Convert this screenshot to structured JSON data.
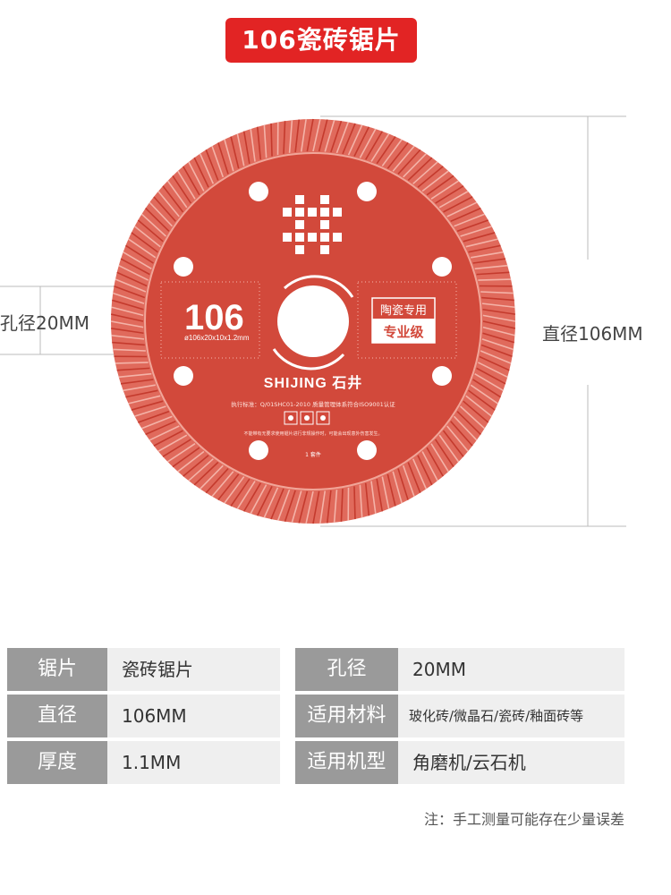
{
  "title": "106瓷砖锯片",
  "blade": {
    "model_number": "106",
    "model_spec": "ø106x20x10x1.2mm",
    "brand": "SHIJING 石井",
    "badge_top": "陶瓷专用",
    "badge_bottom": "专业级",
    "standard_text": "执行标准：Q/01SHC01-2010  质量管理体系符合ISO9001认证",
    "warning_text": "不能带有无要求使用锯片进行非规操作时，可能会出现意外伤害发生。",
    "small_label": "1 套件",
    "colors": {
      "blade": "#d2493b",
      "rim": "#e06a5c",
      "center": "#ffffff"
    }
  },
  "dimensions": {
    "hole_label": "孔径20MM",
    "diameter_label": "直径106MM"
  },
  "specs": [
    {
      "key": "锯片",
      "value": "瓷砖锯片"
    },
    {
      "key": "孔径",
      "value": "20MM"
    },
    {
      "key": "直径",
      "value": "106MM"
    },
    {
      "key": "适用材料",
      "value": "玻化砖/微晶石/瓷砖/釉面砖等"
    },
    {
      "key": "厚度",
      "value": "1.1MM"
    },
    {
      "key": "适用机型",
      "value": "角磨机/云石机"
    }
  ],
  "note": "注：手工测量可能存在少量误差"
}
